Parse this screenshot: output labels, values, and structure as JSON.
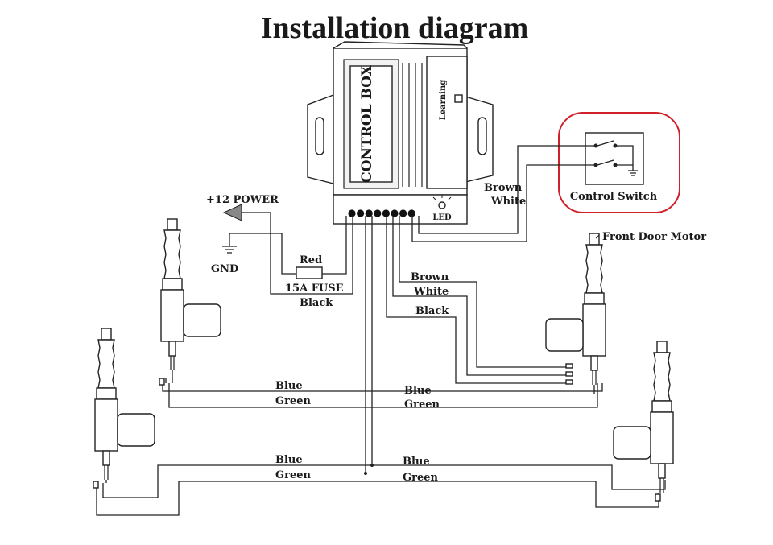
{
  "title": "Installation diagram",
  "control_box": {
    "label": "CONTROL BOX",
    "learning_label": "Learning",
    "led_label": "LED"
  },
  "power": {
    "plus12_label": "+12 POWER",
    "gnd_label": "GND",
    "red_label": "Red",
    "fuse_label": "15A FUSE",
    "black_label": "Black"
  },
  "control_switch": {
    "label": "Control Switch",
    "brown_label": "Brown",
    "white_label": "White",
    "highlight_color": "#d0202a"
  },
  "front_motor": {
    "label": "Front Door Motor",
    "brown_label": "Brown",
    "white_label": "White",
    "black_label": "Black"
  },
  "wires": {
    "blue_front_left": "Blue",
    "green_front_left": "Green",
    "blue_front_right": "Blue",
    "green_front_right": "Green",
    "blue_rear_left": "Blue",
    "green_rear_left": "Green",
    "blue_rear_right": "Blue",
    "green_rear_right": "Green"
  },
  "connector_pin_count": 8
}
